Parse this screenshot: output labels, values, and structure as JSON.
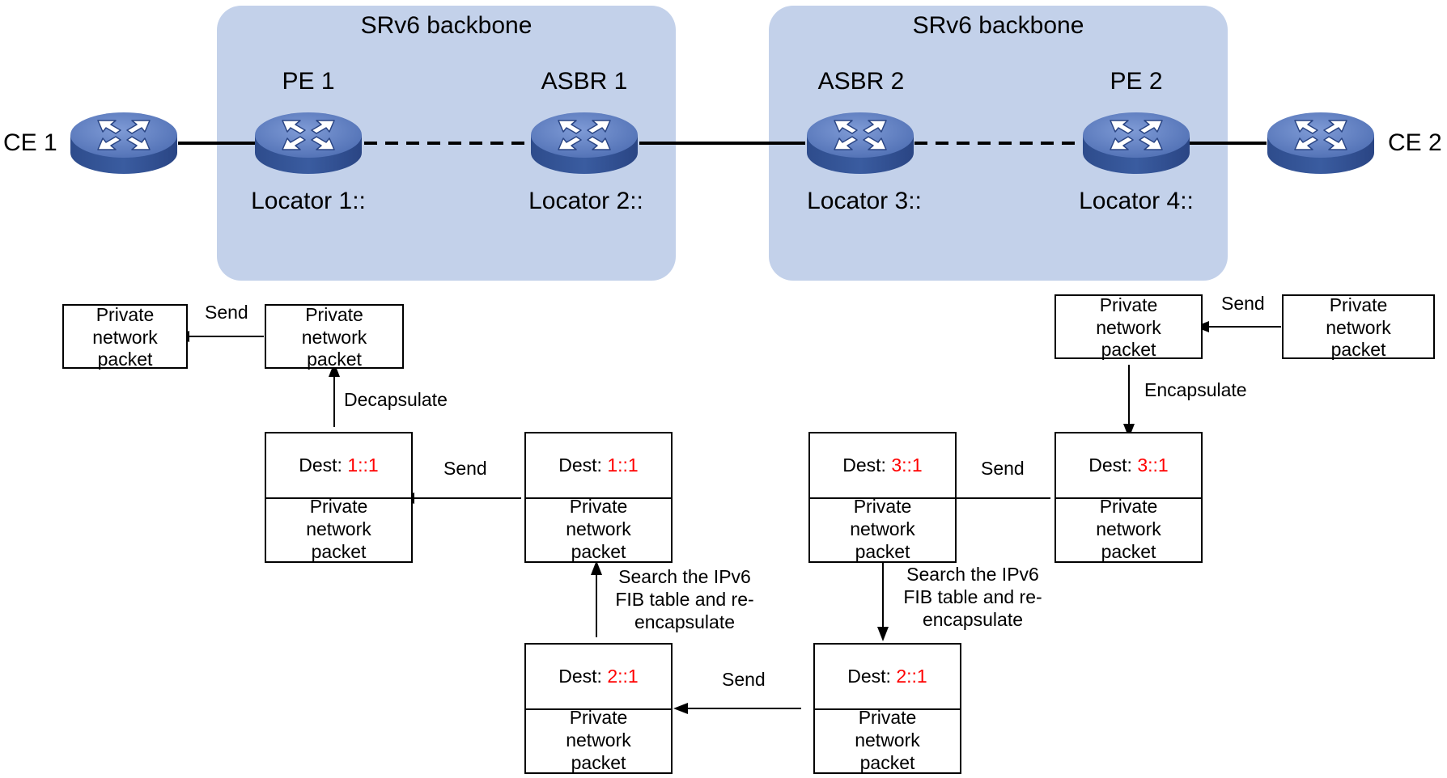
{
  "backbones": [
    {
      "title": "SRv6 backbone"
    },
    {
      "title": "SRv6 backbone"
    }
  ],
  "devices": {
    "ce1": {
      "label": "CE 1"
    },
    "pe1": {
      "name": "PE 1",
      "locator": "Locator 1::"
    },
    "asbr1": {
      "name": "ASBR 1",
      "locator": "Locator 2::"
    },
    "asbr2": {
      "name": "ASBR 2",
      "locator": "Locator 3::"
    },
    "pe2": {
      "name": "PE 2",
      "locator": "Locator 4::"
    },
    "ce2": {
      "label": "CE 2"
    }
  },
  "packet_text": [
    "Private",
    "network",
    "packet"
  ],
  "dest_prefix": "Dest: ",
  "dests": {
    "d1": "1::1",
    "d2": "2::1",
    "d3": "3::1"
  },
  "captions": {
    "send": "Send",
    "decapsulate": "Decapsulate",
    "encapsulate": "Encapsulate",
    "search": [
      "Search the IPv6",
      "FIB table and re-",
      "encapsulate"
    ]
  },
  "colors": {
    "backbone": "#c3d1ea",
    "device": "#4a6aae",
    "dest_highlight": "#ff0000"
  }
}
